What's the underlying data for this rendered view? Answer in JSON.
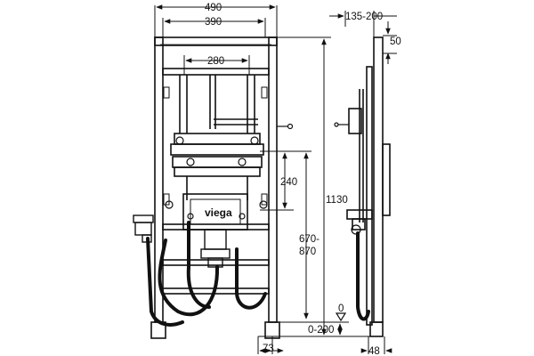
{
  "brand": "viega",
  "front_view": {
    "dim_total_width": "490",
    "dim_inner_width": "390",
    "dim_bracket_width": "280",
    "dim_bracket_spacing": "240",
    "dim_height": "1130",
    "dim_outlet_height_top": "670-",
    "dim_outlet_height_bottom": "870",
    "dim_floor_adjust": "0-200",
    "dim_foot_offset": "73"
  },
  "side_view": {
    "dim_depth": "135-200",
    "dim_top_offset": "50",
    "dim_floor_level": "0",
    "dim_foot_depth": "48"
  }
}
